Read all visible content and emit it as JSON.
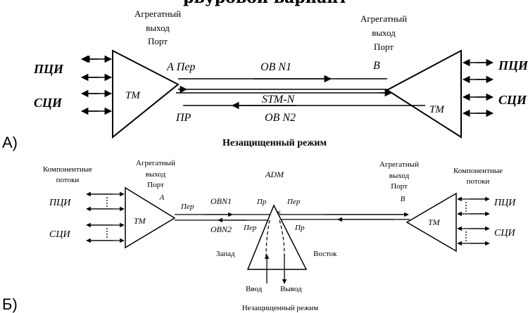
{
  "top": {
    "title_fragment": "рвуровой вариант",
    "left_port": [
      "Агрегатный",
      "выход",
      "Порт"
    ],
    "right_port": [
      "Агрегатный",
      "выход",
      "Порт"
    ],
    "pci": "ПЦИ",
    "sci": "СЦИ",
    "tm": "ТМ",
    "a_per": "А Пер",
    "pr": "ПР",
    "b": "В",
    "ob_n1": "ОВ N1",
    "stm_n": "STM-N",
    "ob_n2": "ОВ N2",
    "panel_label": "А)",
    "caption": "Незащищенный режим"
  },
  "bottom": {
    "left_streams": [
      "Компонентные",
      "потоки"
    ],
    "right_streams": [
      "Компонентные",
      "потоки"
    ],
    "left_port": [
      "Агрегатный",
      "выход",
      "Порт",
      "А"
    ],
    "right_port": [
      "Агрегатный",
      "выход",
      "Порт",
      "В"
    ],
    "pci": "ПЦИ",
    "sci": "СЦИ",
    "tm": "ТМ",
    "per": "Пер",
    "obn1": "OBN1",
    "obn2": "OBN2",
    "adm": "ADM",
    "pr": "Пр",
    "west": "Запад",
    "east": "Восток",
    "input": "Ввод",
    "output": "Вывод",
    "panel_label": "Б)",
    "caption": "Незащищенный режим"
  }
}
